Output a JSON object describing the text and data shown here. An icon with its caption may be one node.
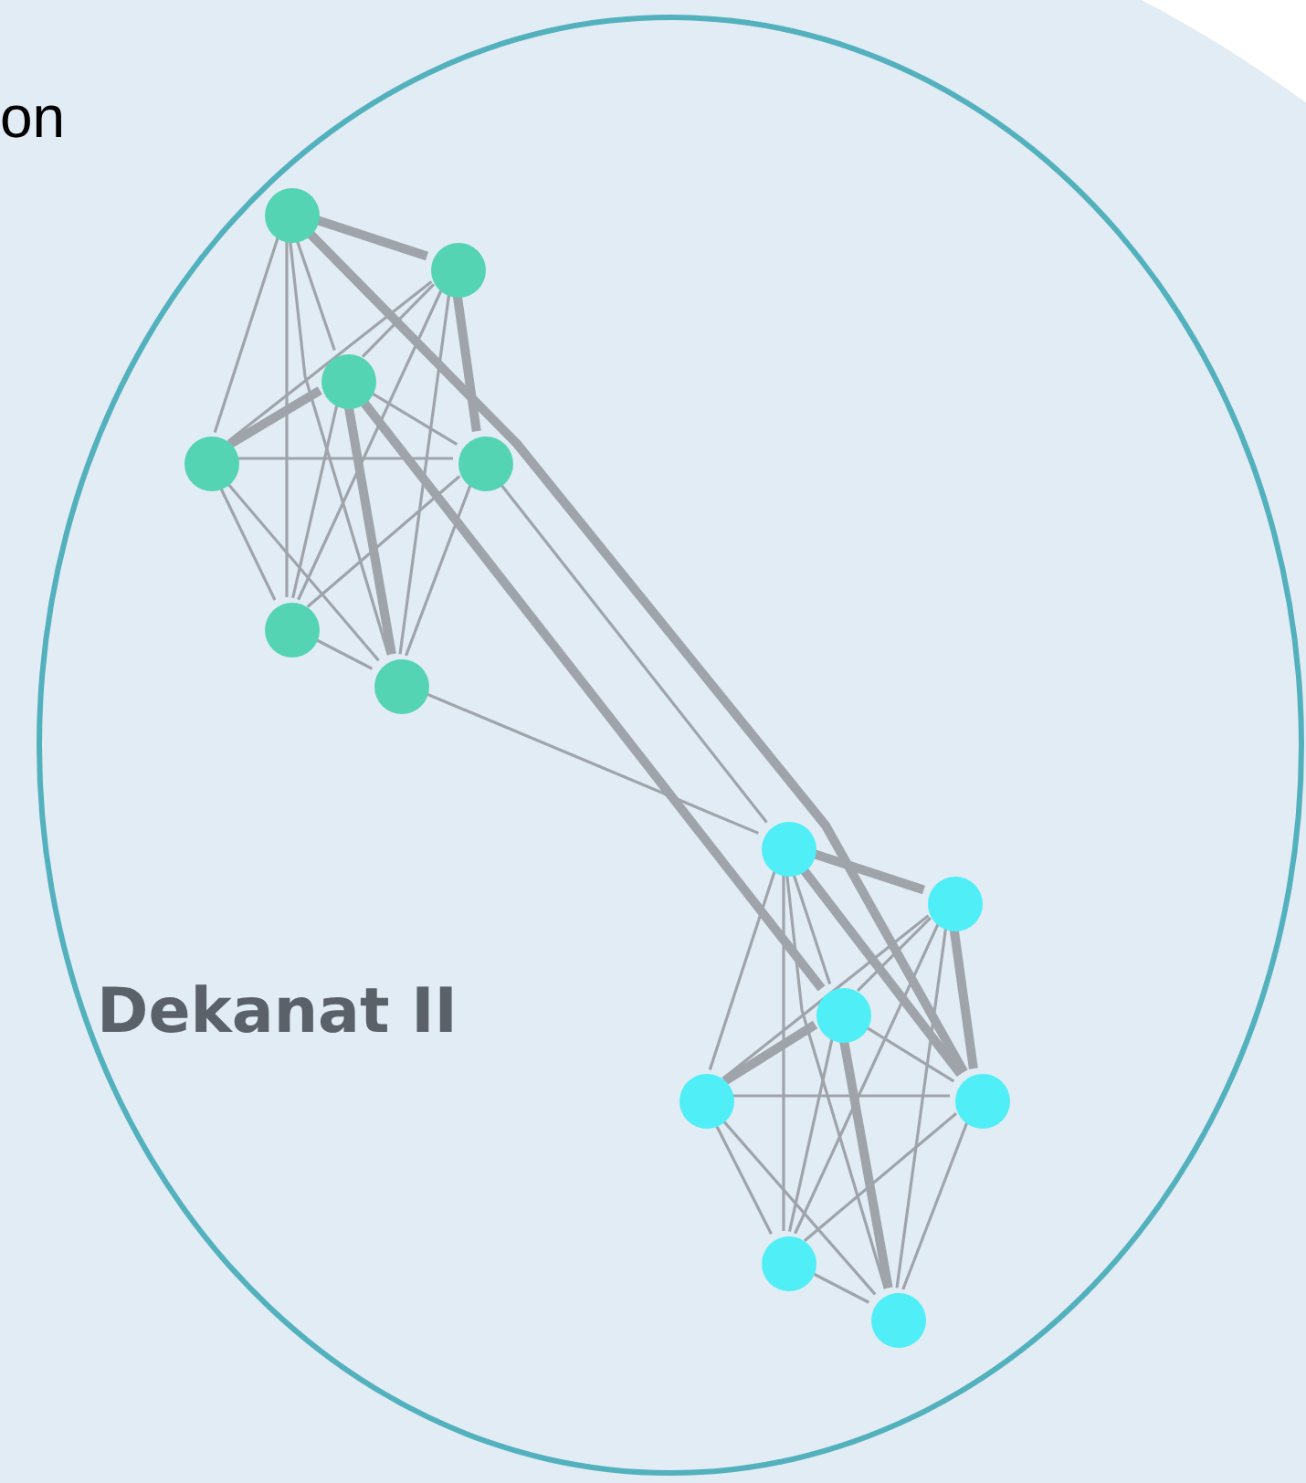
{
  "diagram": {
    "nodes": [
      {
        "text": [
          "Dekanat II"
        ]
      },
      {
        "text": [],
        "shape": "circle",
        "in": 0
      },
      {
        "text": [],
        "shape": "circle",
        "in": 0
      },
      {
        "text": [],
        "shape": "circle",
        "in": 0
      },
      {
        "text": [],
        "shape": "circle",
        "in": 0
      },
      {
        "text": [],
        "shape": "circle",
        "in": 0
      },
      {
        "text": [],
        "shape": "circle",
        "in": 0
      },
      {
        "text": [],
        "shape": "circle",
        "in": 0
      },
      {
        "text": [],
        "shape": "circle",
        "in": 0
      },
      {
        "text": [],
        "shape": "circle",
        "in": 0
      },
      {
        "text": [],
        "shape": "circle",
        "in": 0
      },
      {
        "text": [],
        "shape": "circle",
        "in": 0
      },
      {
        "text": [],
        "shape": "circle",
        "in": 0
      },
      {
        "text": [],
        "shape": "circle",
        "in": 0
      },
      {
        "text": [],
        "shape": "circle",
        "in": 0
      }
    ],
    "edges": [
      {
        "from": 1,
        "to": 2,
        "arrow": "none",
        "style": "thick"
      },
      {
        "from": 1,
        "to": 3,
        "arrow": "none"
      },
      {
        "from": 1,
        "to": 4,
        "arrow": "none"
      },
      {
        "from": 1,
        "to": 6,
        "arrow": "none"
      },
      {
        "from": 1,
        "to": 7,
        "arrow": "none"
      },
      {
        "from": 2,
        "to": 3,
        "arrow": "none"
      },
      {
        "from": 2,
        "to": 4,
        "arrow": "none"
      },
      {
        "from": 2,
        "to": 5,
        "arrow": "none",
        "style": "thick"
      },
      {
        "from": 2,
        "to": 6,
        "arrow": "none"
      },
      {
        "from": 2,
        "to": 7,
        "arrow": "none"
      },
      {
        "from": 3,
        "to": 4,
        "arrow": "none",
        "style": "thick"
      },
      {
        "from": 3,
        "to": 5,
        "arrow": "none"
      },
      {
        "from": 3,
        "to": 6,
        "arrow": "none"
      },
      {
        "from": 3,
        "to": 7,
        "arrow": "none",
        "style": "thick"
      },
      {
        "from": 4,
        "to": 5,
        "arrow": "none"
      },
      {
        "from": 4,
        "to": 6,
        "arrow": "none"
      },
      {
        "from": 4,
        "to": 7,
        "arrow": "none"
      },
      {
        "from": 5,
        "to": 6,
        "arrow": "none"
      },
      {
        "from": 5,
        "to": 7,
        "arrow": "none"
      },
      {
        "from": 6,
        "to": 7,
        "arrow": "none"
      },
      {
        "from": 8,
        "to": 9,
        "arrow": "none",
        "style": "thick"
      },
      {
        "from": 8,
        "to": 10,
        "arrow": "none"
      },
      {
        "from": 8,
        "to": 11,
        "arrow": "none"
      },
      {
        "from": 8,
        "to": 12,
        "arrow": "none",
        "style": "thick"
      },
      {
        "from": 8,
        "to": 13,
        "arrow": "none"
      },
      {
        "from": 8,
        "to": 14,
        "arrow": "none"
      },
      {
        "from": 9,
        "to": 10,
        "arrow": "none"
      },
      {
        "from": 9,
        "to": 11,
        "arrow": "none"
      },
      {
        "from": 9,
        "to": 12,
        "arrow": "none",
        "style": "thick"
      },
      {
        "from": 9,
        "to": 13,
        "arrow": "none"
      },
      {
        "from": 9,
        "to": 14,
        "arrow": "none"
      },
      {
        "from": 10,
        "to": 11,
        "arrow": "none",
        "style": "thick"
      },
      {
        "from": 10,
        "to": 12,
        "arrow": "none"
      },
      {
        "from": 10,
        "to": 13,
        "arrow": "none"
      },
      {
        "from": 10,
        "to": 14,
        "arrow": "none",
        "style": "thick"
      },
      {
        "from": 11,
        "to": 12,
        "arrow": "none"
      },
      {
        "from": 11,
        "to": 13,
        "arrow": "none"
      },
      {
        "from": 11,
        "to": 14,
        "arrow": "none"
      },
      {
        "from": 12,
        "to": 13,
        "arrow": "none"
      },
      {
        "from": 12,
        "to": 14,
        "arrow": "none"
      },
      {
        "from": 13,
        "to": 14,
        "arrow": "none"
      },
      {
        "from": 1,
        "to": 12,
        "arrow": "none",
        "style": "thick"
      },
      {
        "from": 3,
        "to": 10,
        "arrow": "none",
        "style": "thick"
      },
      {
        "from": 5,
        "to": 8,
        "arrow": "none"
      },
      {
        "from": 7,
        "to": 8,
        "arrow": "none"
      }
    ],
    "labels": [
      "on"
    ]
  }
}
